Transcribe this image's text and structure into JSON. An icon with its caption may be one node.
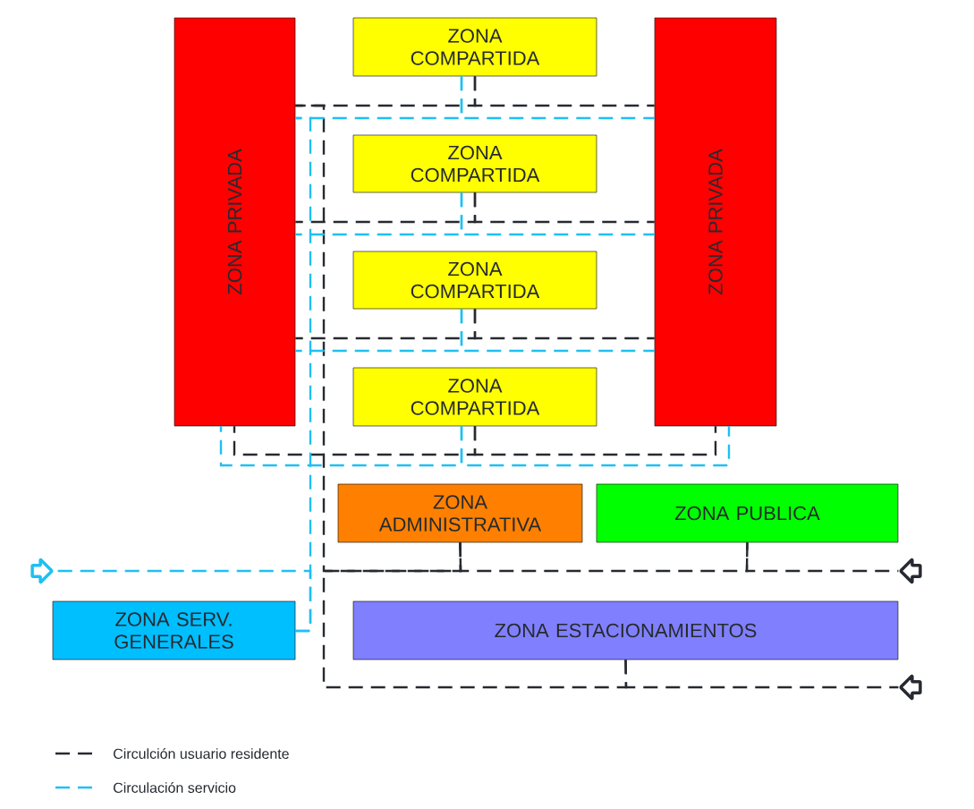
{
  "diagram": {
    "nodes": [
      {
        "text": [
          "ZONA PRIVADA"
        ]
      },
      {
        "text": [
          "ZONA COMPARTIDA"
        ]
      },
      {
        "text": [
          "ZONA COMPARTIDA"
        ]
      },
      {
        "text": [
          "ZONA COMPARTIDA"
        ]
      },
      {
        "text": [
          "ZONA COMPARTIDA"
        ]
      },
      {
        "text": [
          "ZONA PRIVADA"
        ]
      },
      {
        "text": [
          "ZONA ADMINISTRATIVA"
        ]
      },
      {
        "text": [
          "ZONA PUBLICA"
        ]
      },
      {
        "text": [
          "ZONA SERV. GENERALES"
        ]
      },
      {
        "text": [
          "ZONA ESTACIONAMIENTOS"
        ]
      },
      {
        "text": [],
        "shape": "arrow"
      },
      {
        "text": [],
        "shape": "arrow"
      },
      {
        "text": [],
        "shape": "arrow"
      }
    ],
    "edges": [
      {
        "from": 1,
        "to": 0,
        "arrow": "none",
        "style": "dashed"
      },
      {
        "from": 1,
        "to": 5,
        "arrow": "none",
        "style": "dashed"
      },
      {
        "from": 2,
        "to": 0,
        "arrow": "none",
        "style": "dashed"
      },
      {
        "from": 2,
        "to": 5,
        "arrow": "none",
        "style": "dashed"
      },
      {
        "from": 3,
        "to": 0,
        "arrow": "none",
        "style": "dashed"
      },
      {
        "from": 3,
        "to": 5,
        "arrow": "none",
        "style": "dashed"
      },
      {
        "from": 4,
        "to": 0,
        "arrow": "none",
        "style": "dashed"
      },
      {
        "from": 4,
        "to": 5,
        "arrow": "none",
        "style": "dashed"
      },
      {
        "from": 6,
        "to": 0,
        "arrow": "none",
        "style": "dashed"
      },
      {
        "from": 6,
        "to": 7,
        "arrow": "none",
        "style": "dashed"
      },
      {
        "from": 7,
        "to": 11,
        "arrow": "none",
        "style": "dashed"
      },
      {
        "from": 9,
        "to": 6,
        "arrow": "none",
        "style": "dashed"
      },
      {
        "from": 9,
        "to": 12,
        "arrow": "none",
        "style": "dashed"
      },
      {
        "from": 1,
        "to": 0,
        "arrow": "none",
        "style": "dashed",
        "color": "#1ec0f2"
      },
      {
        "from": 1,
        "to": 5,
        "arrow": "none",
        "style": "dashed",
        "color": "#1ec0f2"
      },
      {
        "from": 2,
        "to": 0,
        "arrow": "none",
        "style": "dashed",
        "color": "#1ec0f2"
      },
      {
        "from": 2,
        "to": 5,
        "arrow": "none",
        "style": "dashed",
        "color": "#1ec0f2"
      },
      {
        "from": 3,
        "to": 0,
        "arrow": "none",
        "style": "dashed",
        "color": "#1ec0f2"
      },
      {
        "from": 3,
        "to": 5,
        "arrow": "none",
        "style": "dashed",
        "color": "#1ec0f2"
      },
      {
        "from": 4,
        "to": 0,
        "arrow": "none",
        "style": "dashed",
        "color": "#1ec0f2"
      },
      {
        "from": 4,
        "to": 5,
        "arrow": "none",
        "style": "dashed",
        "color": "#1ec0f2"
      },
      {
        "from": 8,
        "to": 0,
        "arrow": "none",
        "style": "dashed",
        "color": "#1ec0f2"
      },
      {
        "from": 8,
        "to": 10,
        "arrow": "none",
        "style": "dashed",
        "color": "#1ec0f2"
      }
    ],
    "legend": [
      {
        "text": "Circulción usuario residente"
      },
      {
        "text": "Circulación servicio"
      }
    ]
  }
}
